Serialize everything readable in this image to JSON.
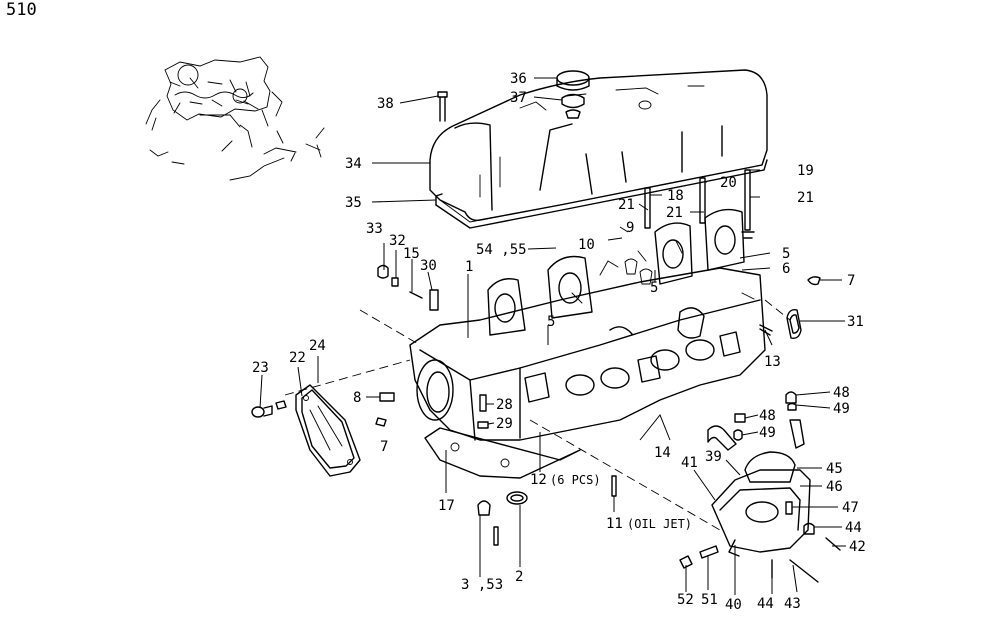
{
  "page_code": "510",
  "callouts": {
    "c1": "1",
    "c2": "2",
    "c3": "3 ,53",
    "c5a": "5",
    "c5b": "5",
    "c5c": "5",
    "c6": "6",
    "c7a": "7",
    "c7b": "7",
    "c8": "8",
    "c9": "9",
    "c10": "10",
    "c11": "11",
    "c11_note": "(OIL JET)",
    "c12": "12",
    "c12_note": "(6 PCS)",
    "c13": "13",
    "c14": "14",
    "c15": "15",
    "c17": "17",
    "c18": "18",
    "c19": "19",
    "c20": "20",
    "c21a": "21",
    "c21b": "21",
    "c21c": "21",
    "c22": "22",
    "c23": "23",
    "c24": "24",
    "c28": "28",
    "c29": "29",
    "c30": "30",
    "c31": "31",
    "c32": "32",
    "c33": "33",
    "c34": "34",
    "c35": "35",
    "c36": "36",
    "c37": "37",
    "c38": "38",
    "c39": "39",
    "c40": "40",
    "c41": "41",
    "c42": "42",
    "c43": "43",
    "c44a": "44",
    "c44b": "44",
    "c45": "45",
    "c46": "46",
    "c47": "47",
    "c48a": "48",
    "c48b": "48",
    "c49a": "49",
    "c49b": "49",
    "c51": "51",
    "c52": "52",
    "c54": "54 ,55"
  }
}
